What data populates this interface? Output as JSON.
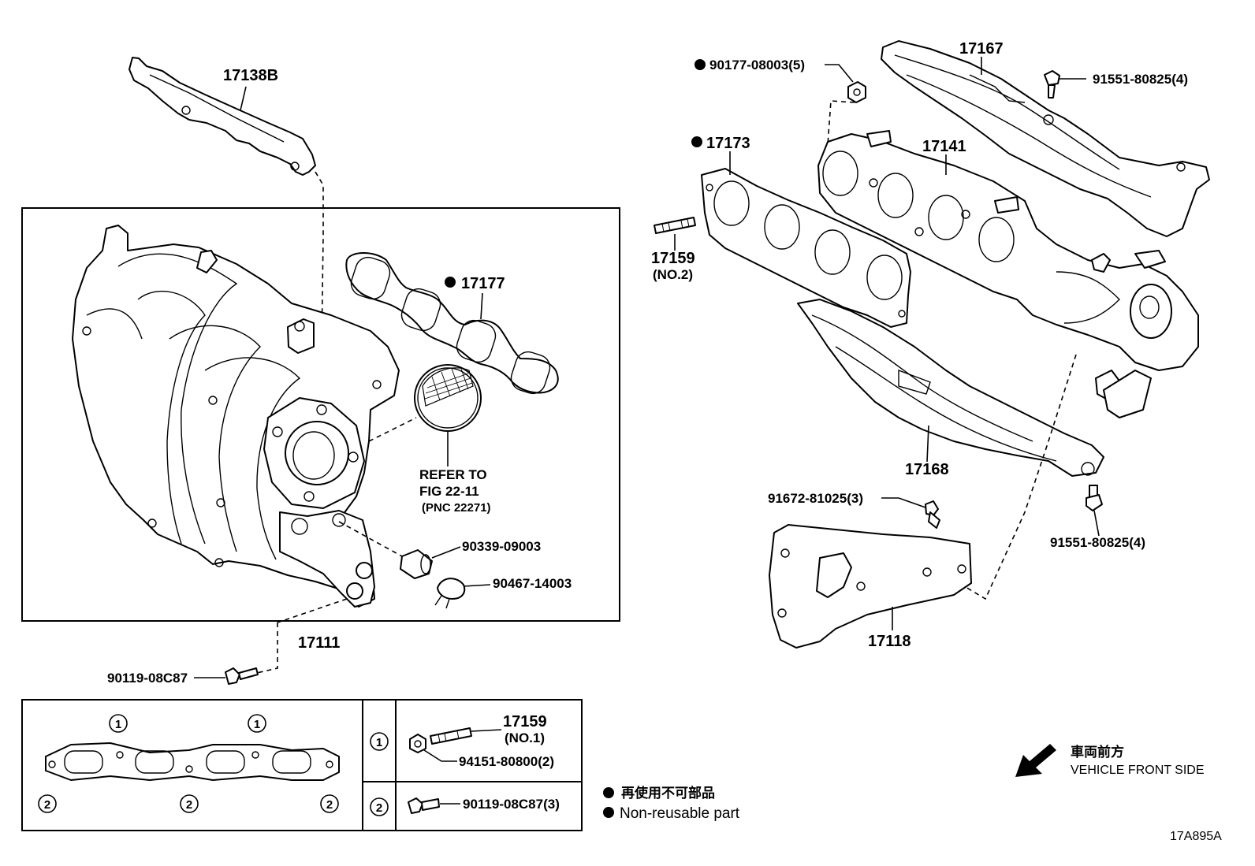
{
  "parts": {
    "p17138B": "17138B",
    "p17177": "17177",
    "p17111": "17111",
    "p90339": "90339-09003",
    "p90467": "90467-14003",
    "p90119a": "90119-08C87",
    "refer1": "REFER TO",
    "refer2": "FIG 22-11",
    "refer3": "(PNC 22271)",
    "p90177": "90177-08003(5)",
    "p17167": "17167",
    "p91551a": "91551-80825(4)",
    "p17173": "17173",
    "p17141": "17141",
    "p17159_2": "17159",
    "p17159_2sub": "(NO.2)",
    "p17168": "17168",
    "p91672": "91672-81025(3)",
    "p91551b": "91551-80825(4)",
    "p17118": "17118"
  },
  "legend": {
    "mark1": "1",
    "mark2": "2",
    "p17159_1": "17159",
    "p17159_1sub": "(NO.1)",
    "p94151": "94151-80800(2)",
    "p90119b": "90119-08C87(3)"
  },
  "notes": {
    "nonreuse_jp": "再使用不可部品",
    "nonreuse_en": "Non-reusable part",
    "front_jp": "車両前方",
    "front_en": "VEHICLE FRONT SIDE",
    "fig_code": "17A895A"
  },
  "colors": {
    "ink": "#000000",
    "paper": "#ffffff"
  },
  "icons": {
    "bullet": "filled-circle",
    "arrow": "front-direction-arrow"
  }
}
